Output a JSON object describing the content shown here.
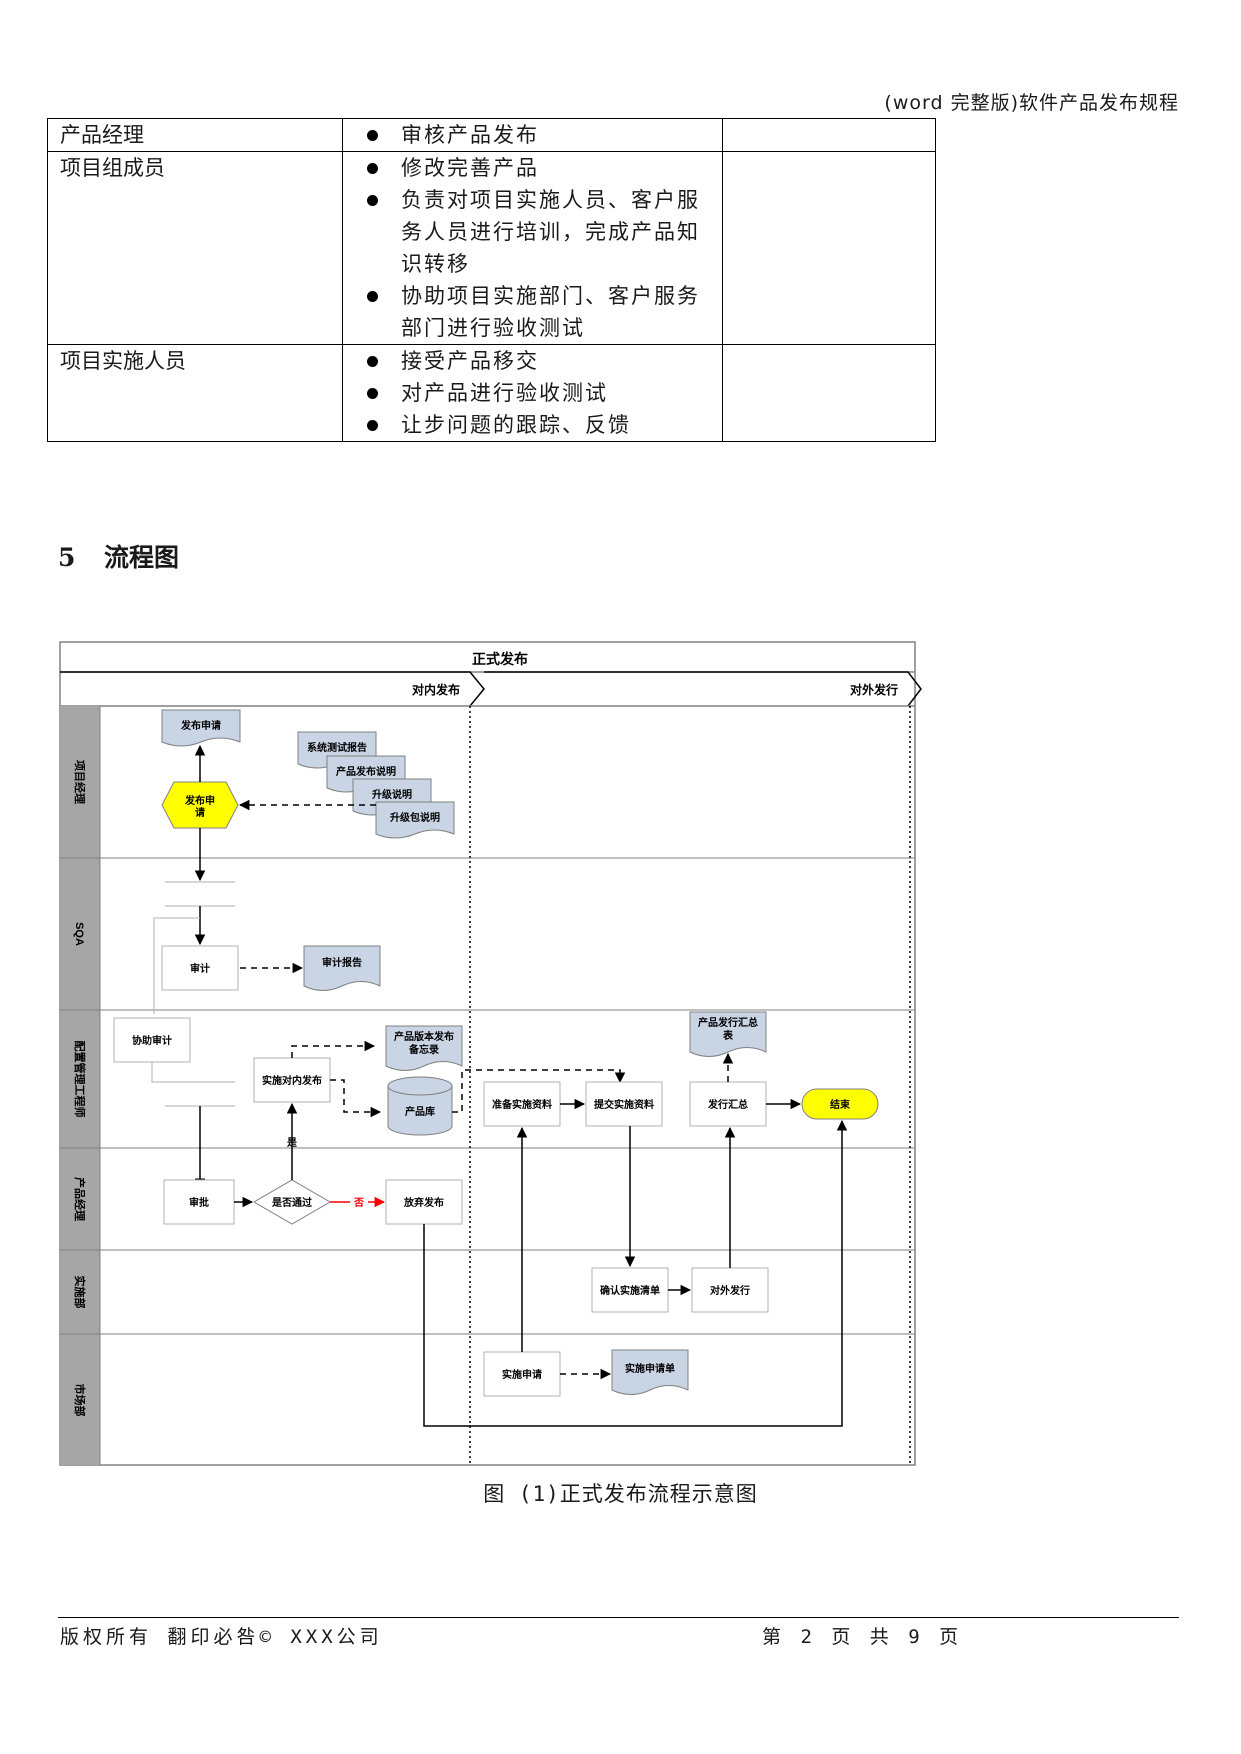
{
  "header": {
    "title": "(word 完整版)软件产品发布规程"
  },
  "roles_table": [
    {
      "role": "产品经理",
      "duties": [
        "审核产品发布"
      ]
    },
    {
      "role": "项目组成员",
      "duties": [
        "修改完善产品",
        "负责对项目实施人员、客户服务人员进行培训，完成产品知识转移",
        "协助项目实施部门、客户服务部门进行验收测试"
      ]
    },
    {
      "role": "项目实施人员",
      "duties": [
        "接受产品移交",
        "对产品进行验收测试",
        "让步问题的跟踪、反馈"
      ]
    }
  ],
  "section": {
    "number": "5",
    "title": "流程图"
  },
  "flowchart": {
    "title": "正式发布",
    "phases": [
      "对内发布",
      "对外发行"
    ],
    "lanes": [
      "项目经理",
      "SQA",
      "配置管理工程师",
      "产品经理",
      "实施部",
      "市场部"
    ],
    "nodes": {
      "doc_apply": "发布申请",
      "hex_apply": "发布申请",
      "doc_sys_test": "系统测试报告",
      "doc_release_note": "产品发布说明",
      "doc_upgrade": "升级说明",
      "doc_upgrade_pkg": "升级包说明",
      "audit": "审计",
      "doc_audit": "审计报告",
      "assist_audit": "协助审计",
      "internal_release": "实施对内发布",
      "doc_memo": "产品版本发布备忘录",
      "product_lib": "产品库",
      "prepare": "准备实施资料",
      "submit": "提交实施资料",
      "summary": "发行汇总",
      "doc_summary": "产品发行汇总表",
      "end": "结束",
      "approve": "审批",
      "decision": "是否通过",
      "abandon": "放弃发布",
      "confirm": "确认实施清单",
      "external": "对外发行",
      "impl_apply": "实施申请",
      "doc_impl_list": "实施申请单"
    },
    "edge_labels": {
      "yes": "是",
      "no": "否"
    },
    "colors": {
      "lane_label_bg": "#a6a6a6",
      "doc_fill": "#c9d4e4",
      "highlight": "#ffff00",
      "no_arrow": "#ff0000"
    }
  },
  "caption": "图 (1)正式发布流程示意图",
  "footer": {
    "left": "版权所有 翻印必咎© XXX公司",
    "page": "第 2 页 共 9 页"
  }
}
